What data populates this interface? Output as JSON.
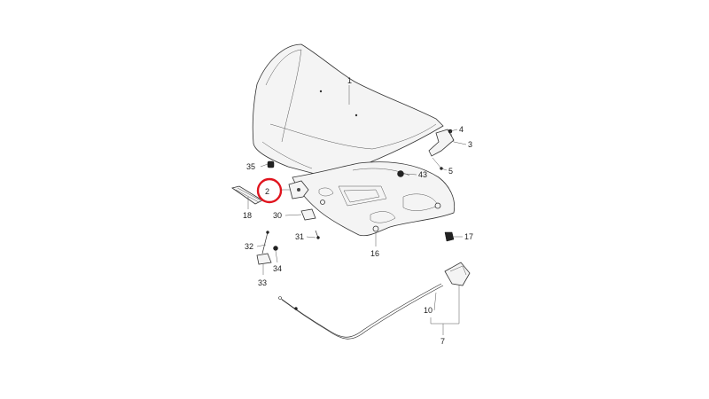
{
  "diagram": {
    "highlight_color": "#e0141e",
    "labels": {
      "l1": "1",
      "l2": "2",
      "l3": "3",
      "l4": "4",
      "l5": "5",
      "l7": "7",
      "l10": "10",
      "l16": "16",
      "l17": "17",
      "l18": "18",
      "l30": "30",
      "l31": "31",
      "l32": "32",
      "l33": "33",
      "l34": "34",
      "l35": "35",
      "l43": "43"
    }
  }
}
